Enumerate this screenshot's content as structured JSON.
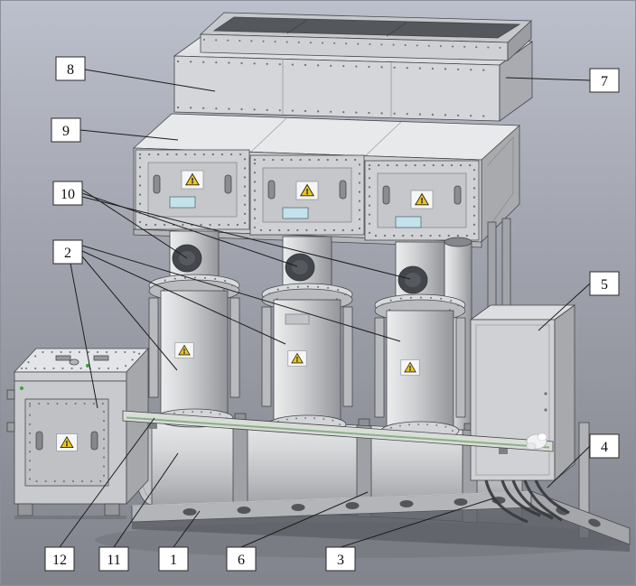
{
  "figure": {
    "kind": "3d-assembly-callout-diagram",
    "callouts": {
      "c1": {
        "label": "1"
      },
      "c2": {
        "label": "2"
      },
      "c3": {
        "label": "3"
      },
      "c4": {
        "label": "4"
      },
      "c5": {
        "label": "5"
      },
      "c6": {
        "label": "6"
      },
      "c7": {
        "label": "7"
      },
      "c8": {
        "label": "8"
      },
      "c9": {
        "label": "9"
      },
      "c10": {
        "label": "10"
      },
      "c11": {
        "label": "11"
      },
      "c12": {
        "label": "12"
      }
    },
    "warning_icon": {
      "glyph": "!",
      "name": "warning-triangle"
    },
    "colors": {
      "background_top": "#bcc0cc",
      "background_bottom": "#81848c",
      "metal_light": "#e8e9eb",
      "metal_mid": "#cfd1d4",
      "metal_dark": "#a6a8ad",
      "cavity_dark": "#54575c",
      "warning_yellow": "#edc51c",
      "window_cyan": "#c3e2ec",
      "bar_green": "#7fa57f",
      "indicator_green": "#3aa53a",
      "outline": "#45474b",
      "callout_border": "#2a2a2a",
      "callout_fill": "#ffffff"
    }
  }
}
